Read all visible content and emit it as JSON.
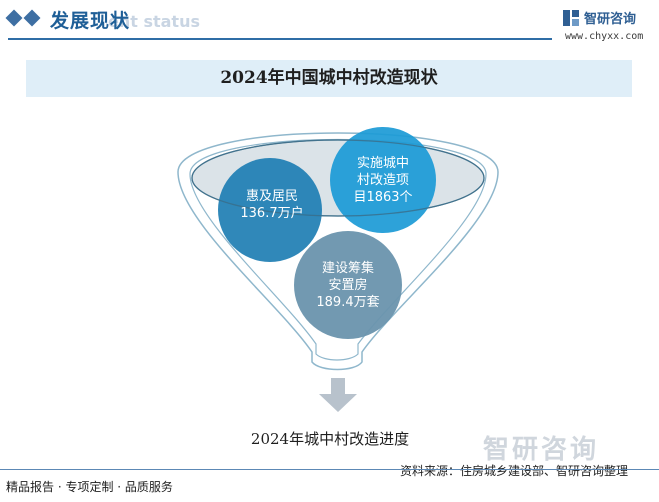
{
  "header": {
    "title": "发展现状",
    "title_en_watermark": "ent status",
    "logo_name": "智研咨询",
    "logo_url": "www.chyxx.com"
  },
  "diagram": {
    "title": "2024年中国城中村改造现状",
    "circles": [
      {
        "id": "residents",
        "lines": [
          "惠及居民",
          "136.7万户"
        ],
        "color": "#1e7eb3"
      },
      {
        "id": "projects",
        "lines": [
          "实施城中",
          "村改造项",
          "目1863个"
        ],
        "color": "#1b9ad6"
      },
      {
        "id": "housing",
        "lines": [
          "建设筹集",
          "安置房",
          "189.4万套"
        ],
        "color": "#6a93ad"
      }
    ],
    "caption": "2024年城中村改造进度"
  },
  "footer": {
    "left_text": "精品报告 · 专项定制 · 品质服务",
    "source_text": "资料来源：住房城乡建设部、智研咨询整理",
    "watermark": "智研咨询"
  },
  "colors": {
    "accent": "#2f6da6",
    "title_band": "#dfeef8",
    "funnel_fill": "#dbe3e8",
    "funnel_stroke": "#8fb7cc",
    "arrow": "#b8c2cc"
  }
}
